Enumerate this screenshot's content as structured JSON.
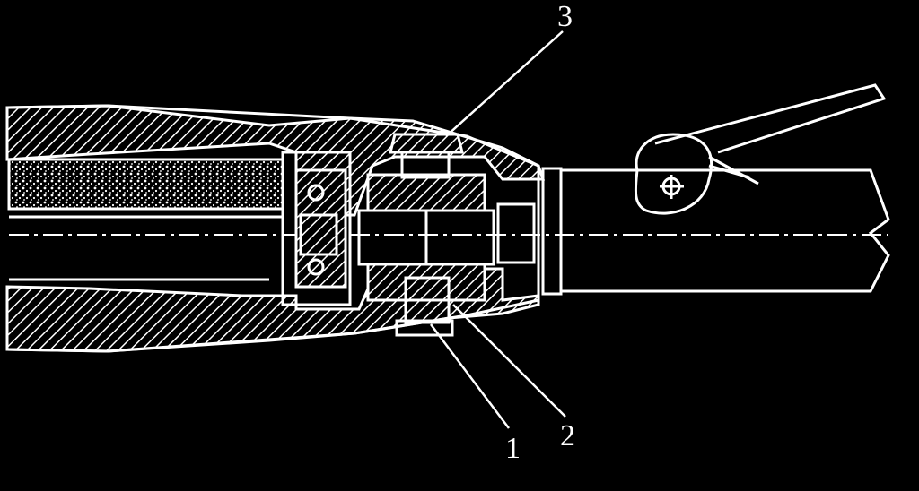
{
  "figure": {
    "background": "#000000",
    "line_color": "#ffffff",
    "callouts": {
      "one": "1",
      "two": "2",
      "three": "3"
    }
  }
}
